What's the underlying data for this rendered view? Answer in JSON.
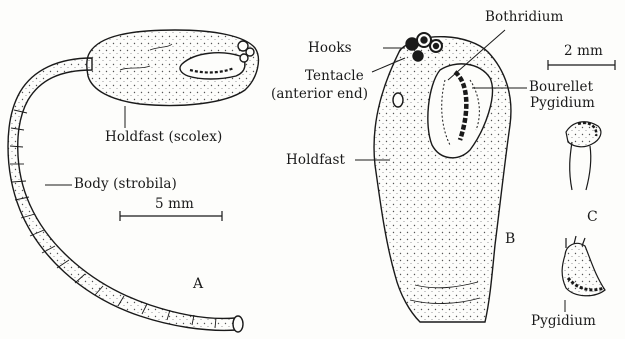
{
  "figure": {
    "labels": {
      "holdfast_scolex": "Holdfast (scolex)",
      "body_strobila": "Body (strobila)",
      "scale_a": "5 mm",
      "panel_a": "A",
      "bothridium": "Bothridium",
      "hooks": "Hooks",
      "tentacle_line1": "Tentacle",
      "tentacle_line2": "(anterior end)",
      "holdfast": "Holdfast",
      "panel_b": "B",
      "scale_c": "2 mm",
      "bourellet": "Bourellet",
      "pygidium_top": "Pygidium",
      "panel_c": "C",
      "pygidium_bottom": "Pygidium"
    }
  }
}
